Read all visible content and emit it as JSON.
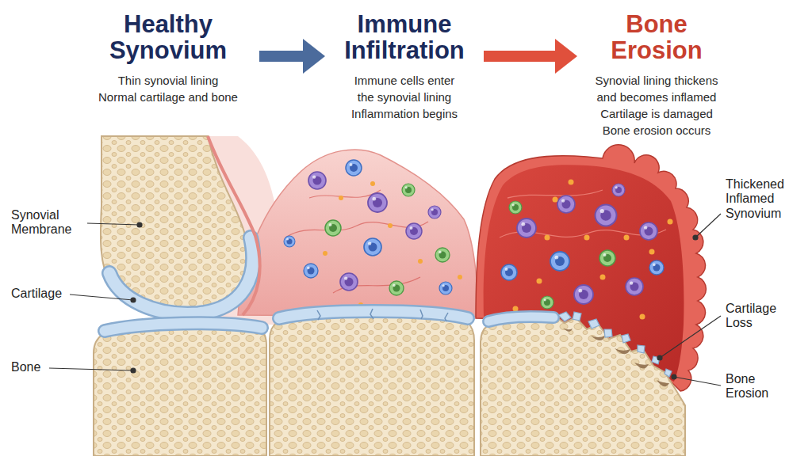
{
  "diagram": {
    "nodes": [
      {
        "text": [
          "Healthy Synovium",
          "Thin synovial lining",
          "Normal cartilage and bone"
        ]
      },
      {
        "text": [
          "Immune Infiltration",
          "Immune cells enter the synovial lining",
          "Inflammation begins"
        ]
      },
      {
        "text": [
          "Bone Erosion",
          "Synovial lining thickens and becomes inflamed",
          "Cartilage is damaged",
          "Bone erosion occurs"
        ]
      }
    ],
    "edges": [
      {
        "from": 0,
        "to": 1,
        "arrow": "to"
      },
      {
        "from": 1,
        "to": 2,
        "arrow": "to"
      }
    ],
    "labels": [
      "Synovial Membrane",
      "Cartilage",
      "Bone",
      "Thickened Inflamed Synovium",
      "Cartilage Loss",
      "Bone Erosion"
    ]
  }
}
